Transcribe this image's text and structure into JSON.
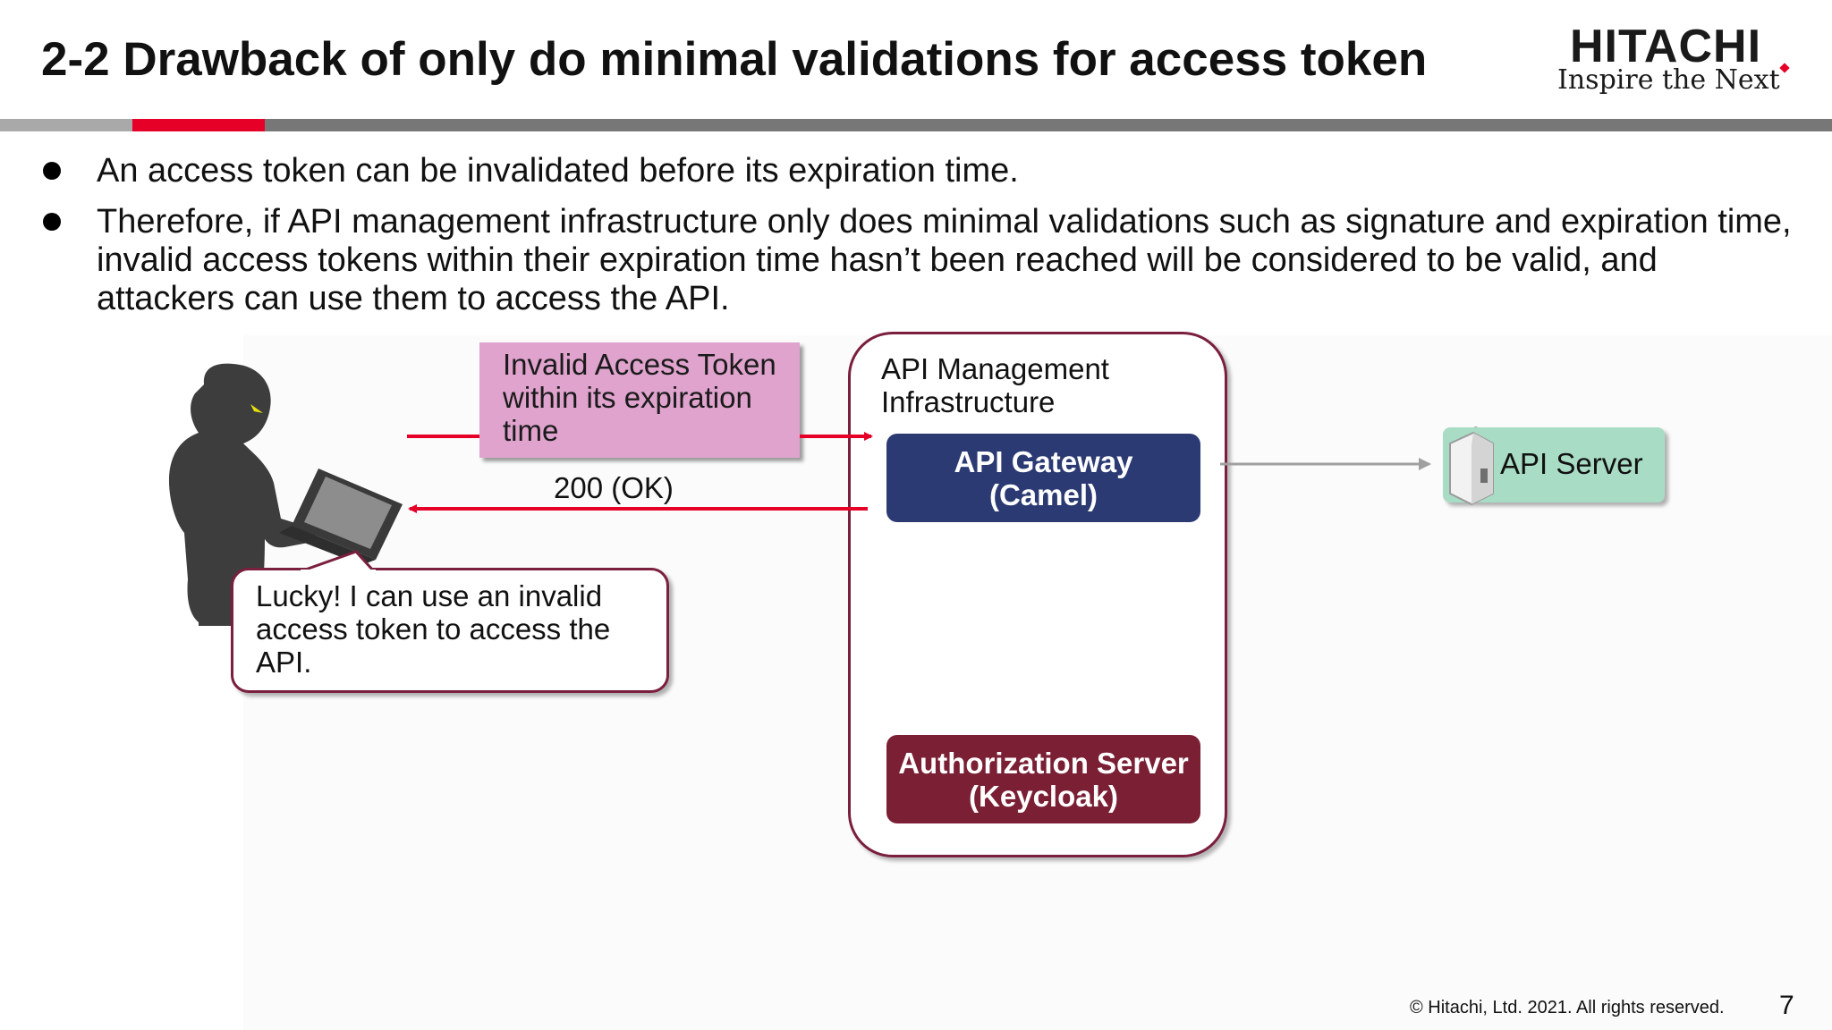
{
  "header": {
    "title": "2-2 Drawback of only do minimal validations for access token",
    "logo_text": "HITACHI",
    "logo_tagline": "Inspire the Next"
  },
  "bullets": [
    "An access token can be invalidated before its expiration time.",
    "Therefore, if API management infrastructure only does minimal validations such as signature and expiration time, invalid access tokens within their expiration time hasn’t been reached will be considered to be valid, and attackers can use them to access the API."
  ],
  "diagram": {
    "token_box": "Invalid Access Token within its expiration time",
    "response_label": "200 (OK)",
    "infra_label": "API Management Infrastructure",
    "gateway": {
      "line1": "API Gateway",
      "line2": "(Camel)"
    },
    "authz": {
      "line1": "Authorization Server",
      "line2": "(Keycloak)"
    },
    "api_server": "API Server",
    "speech": "Lucky! I can use an invalid access token to access the API.",
    "colors": {
      "arrow_red": "#e60027",
      "arrow_grey": "#a0a0a0",
      "gateway": "#2b3a73",
      "authz": "#7a1f34",
      "token_box": "#dfa3cd",
      "api_server": "#a9dcc5"
    }
  },
  "footer": {
    "copyright": "© Hitachi, Ltd. 2021. All rights reserved.",
    "page": "7"
  }
}
